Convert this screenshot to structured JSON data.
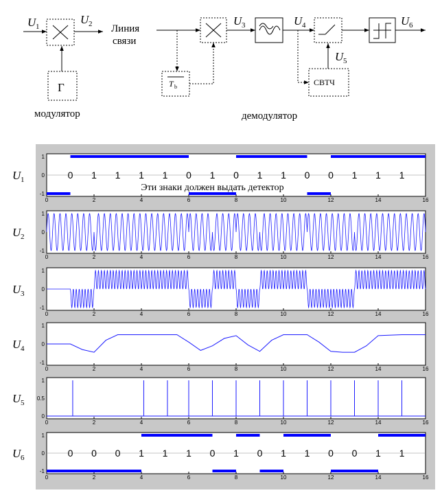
{
  "diagram": {
    "modulator": {
      "input_label": "U",
      "input_sub": "1",
      "output_label": "U",
      "output_sub": "2",
      "generator_label": "Г",
      "caption": "модулятор"
    },
    "channel": {
      "line1": "Линия",
      "line2": "связи"
    },
    "demodulator": {
      "u3_label": "U",
      "u3_sub": "3",
      "u4_label": "U",
      "u4_sub": "4",
      "u5_label": "U",
      "u5_sub": "5",
      "u6_label": "U",
      "u6_sub": "6",
      "tb_label": "T",
      "tb_sub": "b",
      "svtch_label": "СВТЧ",
      "caption": "демодулятор"
    }
  },
  "chart_data": [
    {
      "type": "line",
      "ylabel": "U1",
      "ylabel_main": "U",
      "ylabel_sub": "1",
      "xlim": [
        0,
        16
      ],
      "ylim": [
        -1,
        1
      ],
      "yticks": [
        "1",
        "0",
        "-1"
      ],
      "xticks": [
        "0",
        "2",
        "4",
        "6",
        "8",
        "10",
        "12",
        "14",
        "16"
      ],
      "bits": [
        "0",
        "1",
        "1",
        "1",
        "1",
        "0",
        "1",
        "0",
        "1",
        "1",
        "0",
        "0",
        "1",
        "1",
        "1"
      ],
      "bit_x": [
        1,
        2,
        3,
        4,
        5,
        6,
        7,
        8,
        9,
        10,
        11,
        12,
        13,
        14,
        15
      ],
      "annotation": "Эти знаки должен выдать детектор",
      "levels": [
        {
          "x0": 0,
          "x1": 1,
          "y": -1
        },
        {
          "x0": 1,
          "x1": 6,
          "y": 1
        },
        {
          "x0": 6,
          "x1": 8,
          "y": -1
        },
        {
          "x0": 8,
          "x1": 11,
          "y": 1
        },
        {
          "x0": 11,
          "x1": 12,
          "y": -1
        },
        {
          "x0": 12,
          "x1": 16,
          "y": 1
        }
      ]
    },
    {
      "type": "line",
      "ylabel": "U2",
      "ylabel_main": "U",
      "ylabel_sub": "2",
      "xlim": [
        0,
        16
      ],
      "ylim": [
        -1,
        1
      ],
      "yticks": [
        "1",
        "0",
        "-1"
      ],
      "xticks": [
        "0",
        "2",
        "4",
        "6",
        "8",
        "10",
        "12",
        "14",
        "16"
      ],
      "carrier_cycles_per_unit": 4,
      "phase_flip_bits": [
        0,
        0,
        1,
        1,
        1,
        1,
        0,
        1,
        0,
        1,
        1,
        0,
        0,
        1,
        1,
        1
      ]
    },
    {
      "type": "line",
      "ylabel": "U3",
      "ylabel_main": "U",
      "ylabel_sub": "3",
      "xlim": [
        0,
        16
      ],
      "ylim": [
        -1,
        1
      ],
      "yticks": [
        "1",
        "0",
        "-1"
      ],
      "xticks": [
        "0",
        "2",
        "4",
        "6",
        "8",
        "10",
        "12",
        "14",
        "16"
      ],
      "segments": [
        {
          "x0": 0,
          "x1": 1,
          "mode": "zero"
        },
        {
          "x0": 1,
          "x1": 2,
          "mode": "neg"
        },
        {
          "x0": 2,
          "x1": 6,
          "mode": "pos"
        },
        {
          "x0": 6,
          "x1": 7,
          "mode": "neg"
        },
        {
          "x0": 7,
          "x1": 8,
          "mode": "pos"
        },
        {
          "x0": 8,
          "x1": 9,
          "mode": "neg"
        },
        {
          "x0": 9,
          "x1": 11,
          "mode": "pos"
        },
        {
          "x0": 11,
          "x1": 13,
          "mode": "neg"
        },
        {
          "x0": 13,
          "x1": 16,
          "mode": "pos"
        }
      ]
    },
    {
      "type": "line",
      "ylabel": "U4",
      "ylabel_main": "U",
      "ylabel_sub": "4",
      "xlim": [
        0,
        16
      ],
      "ylim": [
        -1,
        1
      ],
      "yticks": [
        "1",
        "0",
        "-1"
      ],
      "xticks": [
        "0",
        "2",
        "4",
        "6",
        "8",
        "10",
        "12",
        "14",
        "16"
      ],
      "x": [
        0,
        1,
        1.5,
        2,
        2.5,
        3,
        4,
        5,
        5.5,
        6,
        6.5,
        7,
        7.5,
        8,
        8.5,
        9,
        9.5,
        10,
        11,
        11.5,
        12,
        12.5,
        13,
        13.5,
        14,
        15,
        16
      ],
      "y": [
        0,
        0,
        -0.3,
        -0.45,
        0.2,
        0.5,
        0.5,
        0.5,
        0.5,
        0.1,
        -0.35,
        -0.1,
        0.3,
        0.45,
        -0.05,
        -0.4,
        0.2,
        0.5,
        0.5,
        0.1,
        -0.4,
        -0.45,
        -0.45,
        -0.1,
        0.45,
        0.5,
        0.5
      ]
    },
    {
      "type": "line",
      "ylabel": "U5",
      "ylabel_main": "U",
      "ylabel_sub": "5",
      "xlim": [
        0,
        16
      ],
      "ylim": [
        0,
        1
      ],
      "yticks": [
        "1",
        "0.5",
        "0"
      ],
      "xticks": [
        "0",
        "2",
        "4",
        "6",
        "8",
        "10",
        "12",
        "14",
        "16"
      ],
      "pulses": [
        1.1,
        4.1,
        5.1,
        6,
        7,
        8,
        9,
        10,
        11,
        12,
        13,
        14,
        15
      ]
    },
    {
      "type": "line",
      "ylabel": "U6",
      "ylabel_main": "U",
      "ylabel_sub": "6",
      "xlim": [
        0,
        16
      ],
      "ylim": [
        -1,
        1
      ],
      "yticks": [
        "1",
        "0",
        "-1"
      ],
      "xticks": [
        "0",
        "2",
        "4",
        "6",
        "8",
        "10",
        "12",
        "14",
        "16"
      ],
      "bits": [
        "0",
        "0",
        "0",
        "1",
        "1",
        "1",
        "0",
        "1",
        "0",
        "1",
        "1",
        "0",
        "0",
        "1",
        "1"
      ],
      "bit_x": [
        1,
        2,
        3,
        4,
        5,
        6,
        7,
        8,
        9,
        10,
        11,
        12,
        13,
        14,
        15
      ],
      "levels": [
        {
          "x0": 0,
          "x1": 4,
          "y": -1
        },
        {
          "x0": 4,
          "x1": 7,
          "y": 1
        },
        {
          "x0": 7,
          "x1": 8,
          "y": -1
        },
        {
          "x0": 8,
          "x1": 9,
          "y": 1
        },
        {
          "x0": 9,
          "x1": 10,
          "y": -1
        },
        {
          "x0": 10,
          "x1": 12,
          "y": 1
        },
        {
          "x0": 12,
          "x1": 14,
          "y": -1
        },
        {
          "x0": 14,
          "x1": 16,
          "y": 1
        }
      ]
    }
  ],
  "colors": {
    "signal": "#1a1aff",
    "thick": "#0000ff",
    "panel": "#c8c8c8",
    "axis": "#000000"
  }
}
